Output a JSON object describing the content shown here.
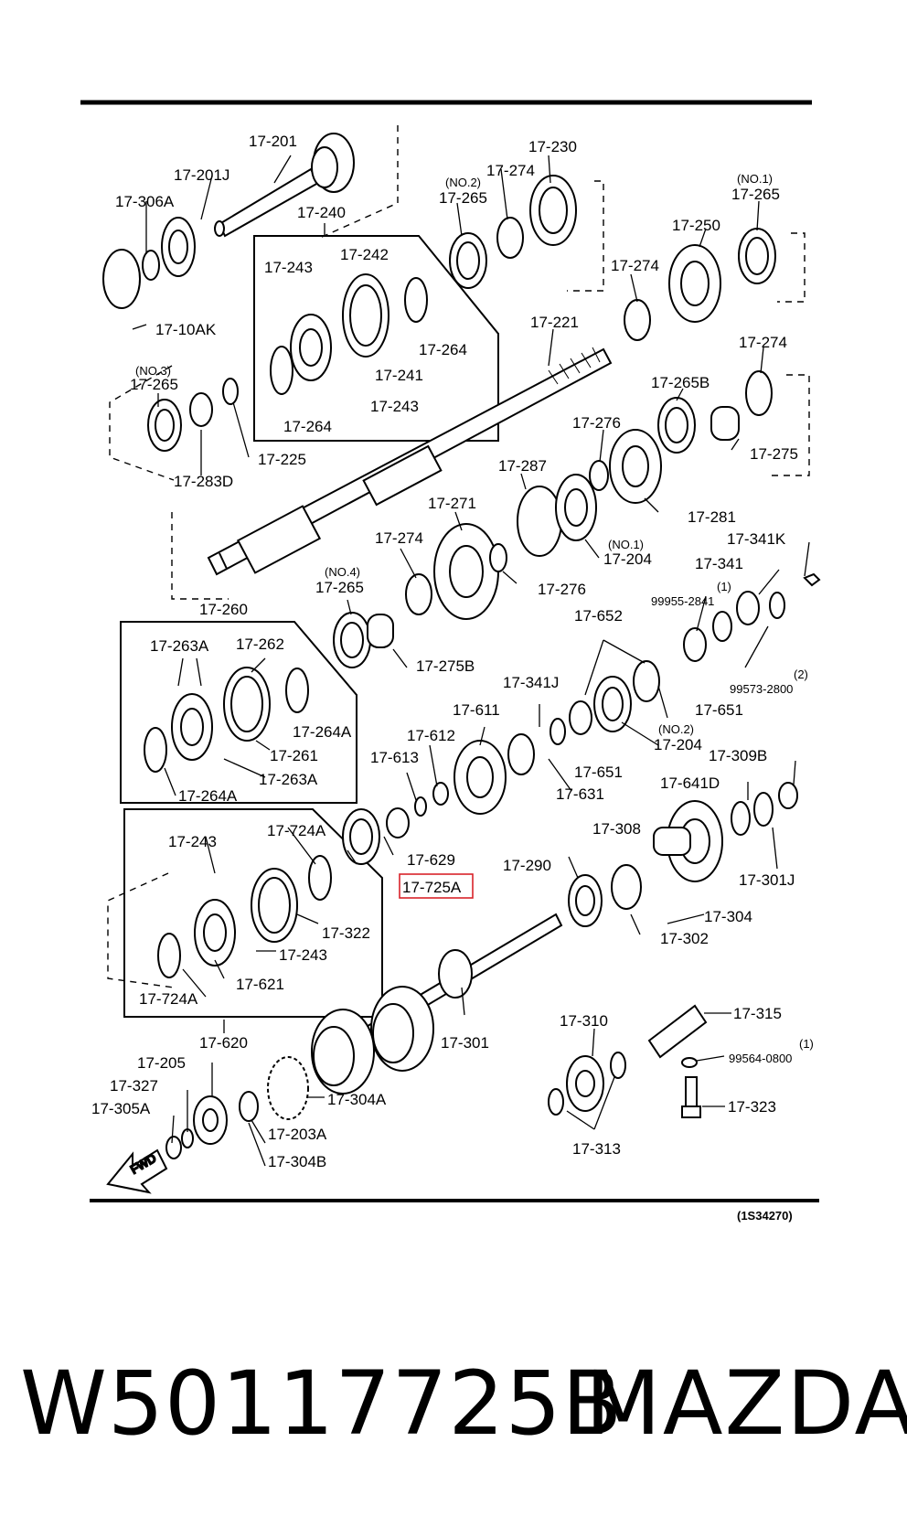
{
  "diagram": {
    "figure_code": "(1S34270)",
    "highlighted_label": "17-725A",
    "direction_arrow": "FWD",
    "labels": [
      {
        "id": "l1",
        "text": "17-201"
      },
      {
        "id": "l2",
        "text": "17-201J"
      },
      {
        "id": "l3",
        "text": "17-306A"
      },
      {
        "id": "l4",
        "text": "17-240"
      },
      {
        "id": "l5",
        "text": "17-10AK"
      },
      {
        "id": "l6",
        "text": "17-243"
      },
      {
        "id": "l7",
        "text": "17-242"
      },
      {
        "id": "l8",
        "text": "17-264"
      },
      {
        "id": "l9",
        "text": "17-241"
      },
      {
        "id": "l10",
        "text": "17-243"
      },
      {
        "id": "l11",
        "text": "17-264"
      },
      {
        "id": "l12",
        "text": "(NO.2)"
      },
      {
        "id": "l13",
        "text": "17-265"
      },
      {
        "id": "l14",
        "text": "17-274"
      },
      {
        "id": "l15",
        "text": "17-230"
      },
      {
        "id": "l16",
        "text": "(NO.1)"
      },
      {
        "id": "l17",
        "text": "17-265"
      },
      {
        "id": "l18",
        "text": "17-250"
      },
      {
        "id": "l19",
        "text": "17-274"
      },
      {
        "id": "l20",
        "text": "17-221"
      },
      {
        "id": "l21",
        "text": "17-274"
      },
      {
        "id": "l22",
        "text": "(NO.3)"
      },
      {
        "id": "l23",
        "text": "17-265"
      },
      {
        "id": "l24",
        "text": "17-225"
      },
      {
        "id": "l25",
        "text": "17-283D"
      },
      {
        "id": "l26",
        "text": "17-265B"
      },
      {
        "id": "l27",
        "text": "17-276"
      },
      {
        "id": "l28",
        "text": "17-275"
      },
      {
        "id": "l29",
        "text": "17-287"
      },
      {
        "id": "l30",
        "text": "17-281"
      },
      {
        "id": "l31",
        "text": "17-271"
      },
      {
        "id": "l32",
        "text": "(NO.1)"
      },
      {
        "id": "l33",
        "text": "17-204"
      },
      {
        "id": "l34",
        "text": "17-274"
      },
      {
        "id": "l35",
        "text": "17-276"
      },
      {
        "id": "l36",
        "text": "17-341K"
      },
      {
        "id": "l37",
        "text": "(NO.4)"
      },
      {
        "id": "l38",
        "text": "17-265"
      },
      {
        "id": "l39",
        "text": "17-341"
      },
      {
        "id": "l40",
        "text": "(1)"
      },
      {
        "id": "l41",
        "text": "99955-2841"
      },
      {
        "id": "l42",
        "text": "17-260"
      },
      {
        "id": "l43",
        "text": "17-652"
      },
      {
        "id": "l44",
        "text": "17-275B"
      },
      {
        "id": "l45",
        "text": "17-263A"
      },
      {
        "id": "l46",
        "text": "17-262"
      },
      {
        "id": "l47",
        "text": "(2)"
      },
      {
        "id": "l48",
        "text": "99573-2800"
      },
      {
        "id": "l49",
        "text": "17-341J"
      },
      {
        "id": "l50",
        "text": "17-651"
      },
      {
        "id": "l51",
        "text": "17-264A"
      },
      {
        "id": "l52",
        "text": "17-611"
      },
      {
        "id": "l53",
        "text": "17-612"
      },
      {
        "id": "l54",
        "text": "(NO.2)"
      },
      {
        "id": "l55",
        "text": "17-204"
      },
      {
        "id": "l56",
        "text": "17-261"
      },
      {
        "id": "l57",
        "text": "17-613"
      },
      {
        "id": "l58",
        "text": "17-309B"
      },
      {
        "id": "l59",
        "text": "17-263A"
      },
      {
        "id": "l60",
        "text": "17-651"
      },
      {
        "id": "l61",
        "text": "17-631"
      },
      {
        "id": "l62",
        "text": "17-264A"
      },
      {
        "id": "l63",
        "text": "17-641D"
      },
      {
        "id": "l64",
        "text": "17-243"
      },
      {
        "id": "l65",
        "text": "17-724A"
      },
      {
        "id": "l66",
        "text": "17-308"
      },
      {
        "id": "l67",
        "text": "17-629"
      },
      {
        "id": "l68",
        "text": "17-290"
      },
      {
        "id": "l69",
        "text": "17-301J"
      },
      {
        "id": "l71",
        "text": "17-322"
      },
      {
        "id": "l72",
        "text": "17-304"
      },
      {
        "id": "l73",
        "text": "17-243"
      },
      {
        "id": "l74",
        "text": "17-302"
      },
      {
        "id": "l75",
        "text": "17-724A"
      },
      {
        "id": "l76",
        "text": "17-621"
      },
      {
        "id": "l77",
        "text": "17-310"
      },
      {
        "id": "l78",
        "text": "17-315"
      },
      {
        "id": "l79",
        "text": "17-620"
      },
      {
        "id": "l80",
        "text": "17-301"
      },
      {
        "id": "l81",
        "text": "(1)"
      },
      {
        "id": "l82",
        "text": "17-205"
      },
      {
        "id": "l83",
        "text": "99564-0800"
      },
      {
        "id": "l84",
        "text": "17-327"
      },
      {
        "id": "l85",
        "text": "17-304A"
      },
      {
        "id": "l86",
        "text": "17-305A"
      },
      {
        "id": "l87",
        "text": "17-323"
      },
      {
        "id": "l88",
        "text": "17-203A"
      },
      {
        "id": "l89",
        "text": "17-313"
      },
      {
        "id": "l90",
        "text": "17-304B"
      }
    ]
  },
  "footer": {
    "part_number": "W50117725B",
    "brand": "MAZDA"
  }
}
